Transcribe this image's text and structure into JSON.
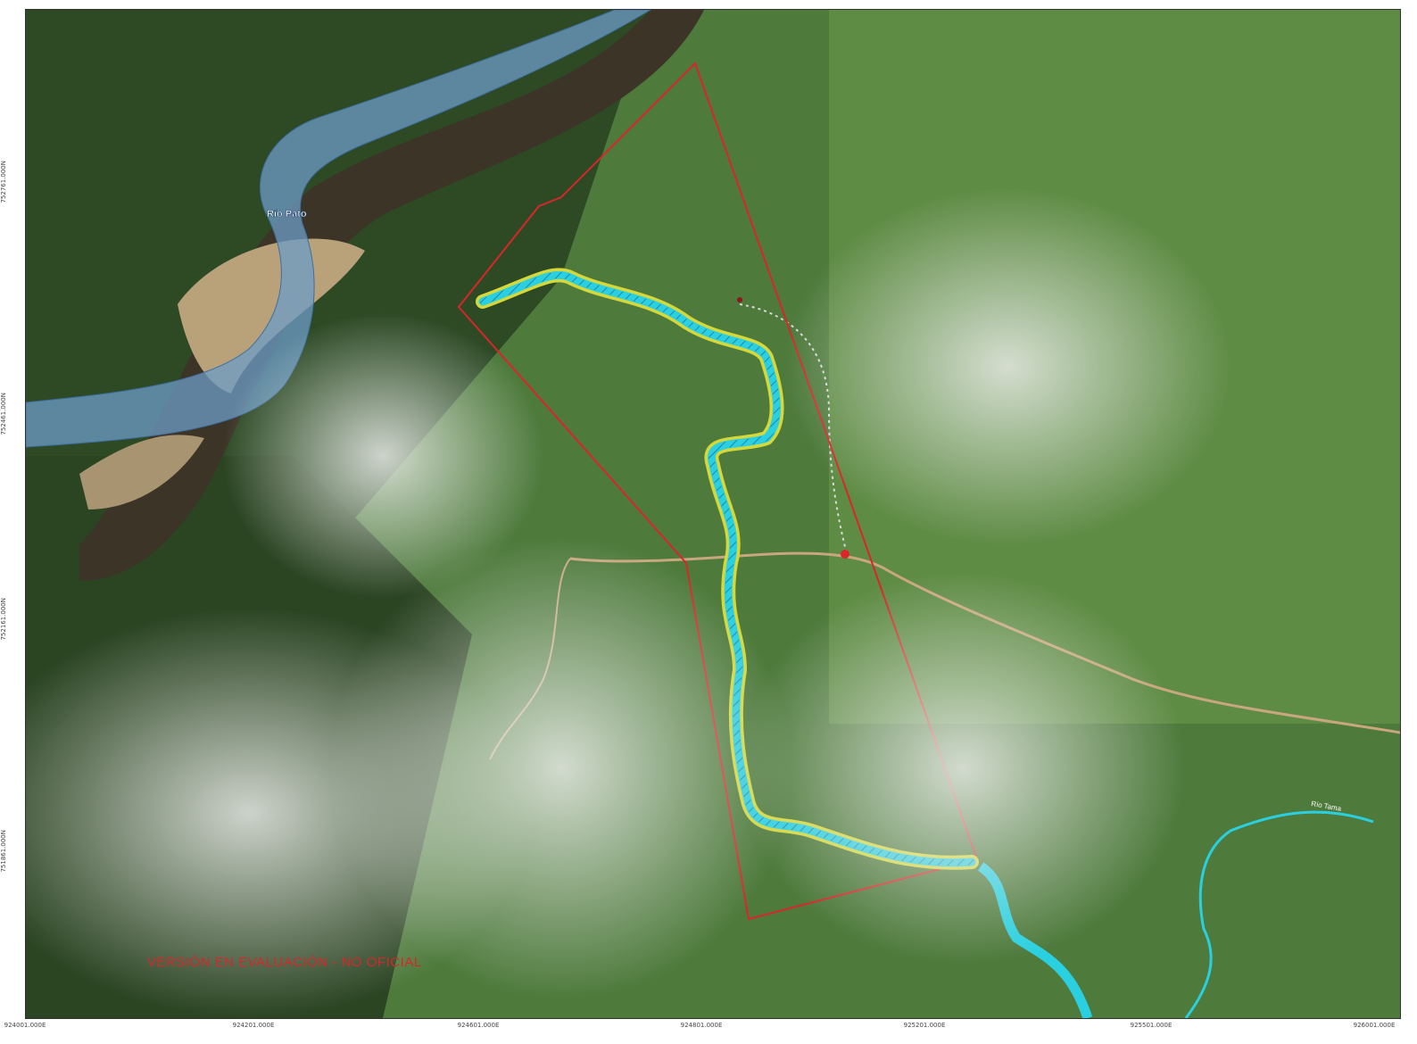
{
  "map": {
    "watermark": "VERSIÓN EN EVALUACIÓN - NO OFICIAL",
    "labels": {
      "river_main": "Río Pato",
      "river_east": "Río Tama"
    },
    "x_ticks": [
      "924001.000E",
      "924201.000E",
      "924601.000E",
      "924801.000E",
      "925201.000E",
      "925501.000E",
      "926001.000E"
    ],
    "y_ticks": [
      "752761.000N",
      "752461.000N",
      "752161.000N",
      "751861.000N"
    ],
    "colors": {
      "boundary": "#d8262a",
      "stream_fill": "#2bd0e0",
      "stream_buffer": "#d6d83a",
      "river_overlay": "#6c9cc8"
    }
  }
}
